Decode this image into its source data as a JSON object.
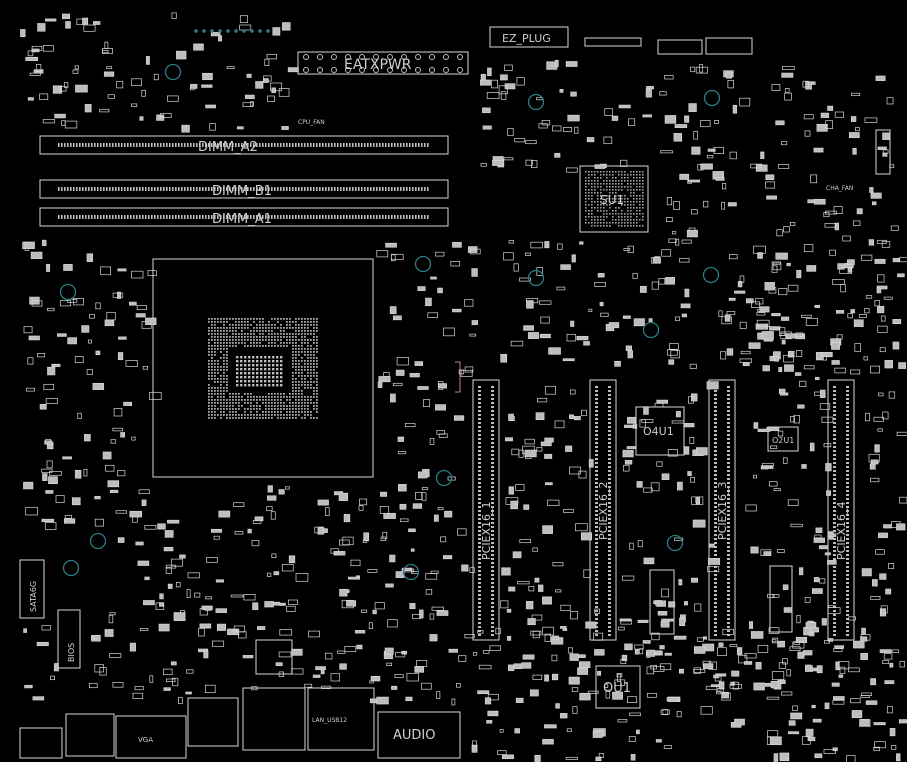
{
  "labels": {
    "ez_plug": "EZ_PLUG",
    "eatxpwr": "EATXPWR",
    "dimm_a2": "DIMM_A2",
    "dimm_b1": "DIMM_B1",
    "dimm_a1": "DIMM_A1",
    "cpu_fan": "CPU_FAN",
    "chipset": "SU1",
    "o4u1": "O4U1",
    "o2u1": "O2U1",
    "ou1": "OU1",
    "audio": "AUDIO",
    "pcie_1": "PCIEX16_1",
    "pcie_2": "PCIEX16_2",
    "pcie_3": "PCIEX16_3",
    "pcie_4": "PCIEX16_4",
    "sata": "SATA6G",
    "lan": "LAN_USB12",
    "vga": "VGA",
    "bios": "BIOS",
    "chip_fan": "CHA_FAN"
  },
  "colors": {
    "outline": "#d8d8d8",
    "pad": "#bdbdbd",
    "via": "#2a7f86",
    "text": "#cfcfcf",
    "accent": "#c080a0"
  }
}
